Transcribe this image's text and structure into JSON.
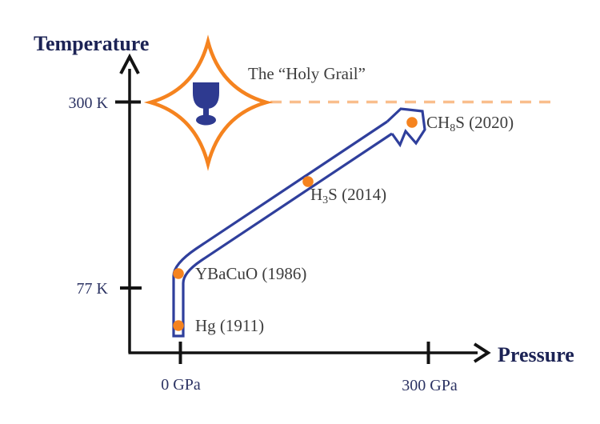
{
  "colors": {
    "accent_orange": "#f5831f",
    "dash_orange": "#f9be8c",
    "arrow_blue": "#2f3f9c",
    "chalice_blue": "#2e3a90",
    "navy_text": "#1c2355",
    "tick_text": "#2c3363",
    "label_gray": "#3d3d3d",
    "axis_black": "#131313"
  },
  "chart_data": {
    "type": "scatter",
    "xlabel": "Pressure",
    "ylabel": "Temperature",
    "x_unit": "GPa",
    "y_unit": "K",
    "xlim": [
      0,
      350
    ],
    "ylim": [
      0,
      330
    ],
    "grid": false,
    "legend": false,
    "x_ticks": [
      {
        "label": "0 GPa",
        "value": 0
      },
      {
        "label": "300 GPa",
        "value": 300
      }
    ],
    "y_ticks": [
      {
        "label": "300 K",
        "value": 300
      },
      {
        "label": "77 K",
        "value": 77
      }
    ],
    "points": [
      {
        "name": "Hg",
        "label_pre": "Hg (1911)",
        "label_sub": "",
        "label_post": "",
        "year": 1911,
        "pressure_gpa": 0,
        "temperature_k": 25
      },
      {
        "name": "YBaCuO",
        "label_pre": "YBaCuO (1986)",
        "label_sub": "",
        "label_post": "",
        "year": 1986,
        "pressure_gpa": 0,
        "temperature_k": 90
      },
      {
        "name": "H3S",
        "label_pre": "H",
        "label_sub": "3",
        "label_post": "S (2014)",
        "year": 2014,
        "pressure_gpa": 155,
        "temperature_k": 200
      },
      {
        "name": "CH8S",
        "label_pre": "CH",
        "label_sub": "8",
        "label_post": "S (2020)",
        "year": 2020,
        "pressure_gpa": 280,
        "temperature_k": 275
      }
    ],
    "goal": {
      "label": "The “Holy Grail”",
      "temperature_k": 300,
      "line_style": "dashed",
      "icon": "chalice-in-sparkle"
    },
    "trend_arrow": "open outlined arrow from (0 GPa, Hg) up through YBaCuO, H3S toward CH8S near 300 K"
  }
}
